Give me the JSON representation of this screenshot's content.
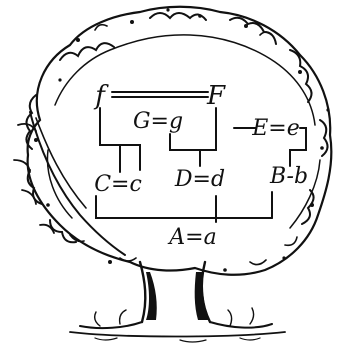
{
  "diagram": {
    "type": "genealogical tree",
    "nodes": [
      {
        "key": "f",
        "text": "f"
      },
      {
        "key": "F",
        "text": "F"
      },
      {
        "key": "Gg",
        "text": "G=g"
      },
      {
        "key": "Ee",
        "text": "E=e"
      },
      {
        "key": "Cc",
        "text": "C=c"
      },
      {
        "key": "Dd",
        "text": "D=d"
      },
      {
        "key": "Bb",
        "text": "B-b"
      },
      {
        "key": "Aa",
        "text": "A=a"
      }
    ],
    "links": [
      {
        "from": "f",
        "to": "F"
      },
      {
        "from": "f",
        "to": "Cc"
      },
      {
        "from": "Gg",
        "to": "Dd"
      },
      {
        "from": "F",
        "to": "Dd"
      },
      {
        "from": "F",
        "to": "Ee"
      },
      {
        "from": "Ee",
        "to": "Bb"
      },
      {
        "from": "Cc",
        "to": "Aa"
      },
      {
        "from": "Dd",
        "to": "Aa"
      },
      {
        "from": "Bb",
        "to": "Aa"
      }
    ],
    "colors": {
      "ink": "#111111",
      "background": "#ffffff"
    },
    "illustration": "hand-drawn tree with leafy canopy framing the chart"
  }
}
